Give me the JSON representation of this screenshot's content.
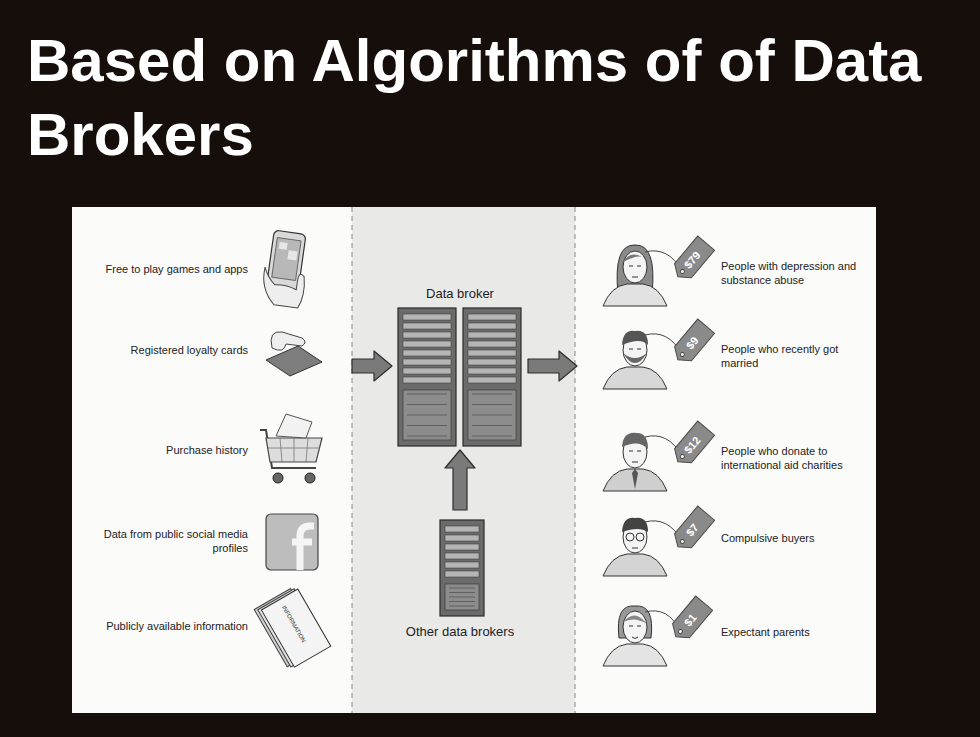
{
  "diagram": {
    "title": "Based on Algorithms of of Data Brokers",
    "nodes": [
      {
        "text": [
          "Free to play games and apps",
          "Registered loyalty cards",
          "Purchase history",
          "Data from public social media profiles",
          "Publicly available information"
        ]
      },
      {
        "text": [
          "Data broker"
        ]
      },
      {
        "text": [
          "Other data brokers"
        ]
      },
      {
        "text": [
          "People with depression and substance abuse",
          "People who recently got married",
          "People who donate to international aid charities",
          "Compulsive buyers",
          "Expectant parents"
        ]
      }
    ],
    "edges": [
      {
        "from": 0,
        "to": 1,
        "arrow": "to"
      },
      {
        "from": 2,
        "to": 1,
        "arrow": "to"
      },
      {
        "from": 1,
        "to": 3,
        "arrow": "to"
      }
    ],
    "labels": [
      "$79",
      "$9",
      "$12",
      "$7",
      "$1",
      "INFORMATION"
    ]
  }
}
